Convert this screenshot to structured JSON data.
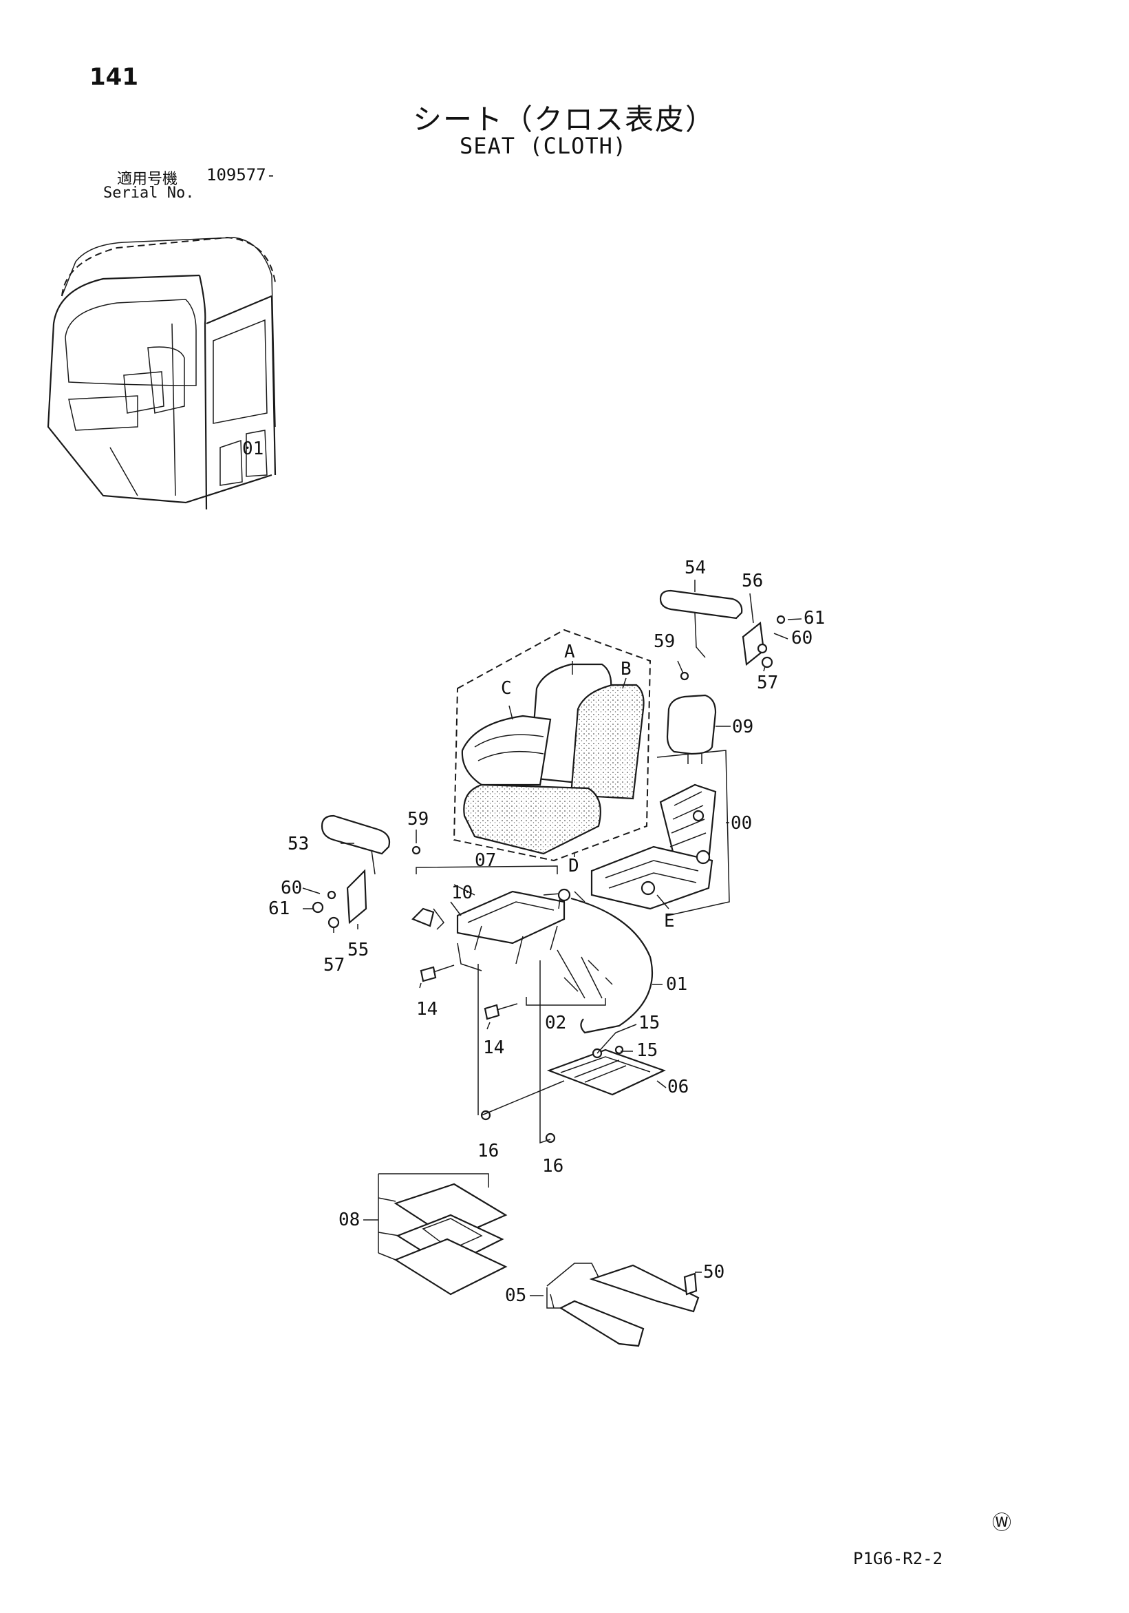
{
  "page": {
    "number": "141"
  },
  "title": {
    "jp": "シート（クロス表皮）",
    "en": "SEAT (CLOTH)"
  },
  "serial": {
    "jp_label": "適用号機",
    "value": "109577-",
    "en_label": "Serial No."
  },
  "callouts": {
    "c00": "00",
    "c01": "01",
    "c02": "02",
    "c05": "05",
    "c06": "06",
    "c07": "07",
    "c08": "08",
    "c09": "09",
    "c10": "10",
    "c14a": "14",
    "c14b": "14",
    "c15a": "15",
    "c15b": "15",
    "c16a": "16",
    "c16b": "16",
    "c50": "50",
    "c53": "53",
    "c54": "54",
    "c55": "55",
    "c56": "56",
    "c57a": "57",
    "c57b": "57",
    "c59a": "59",
    "c59b": "59",
    "c60a": "60",
    "c60b": "60",
    "c61a": "61",
    "c61b": "61",
    "cA": "A",
    "cB": "B",
    "cC": "C",
    "cD": "D",
    "cE": "E",
    "cab_label": "01"
  },
  "footer": {
    "mark": "Ⓦ",
    "code": "P1G6-R2-2"
  }
}
